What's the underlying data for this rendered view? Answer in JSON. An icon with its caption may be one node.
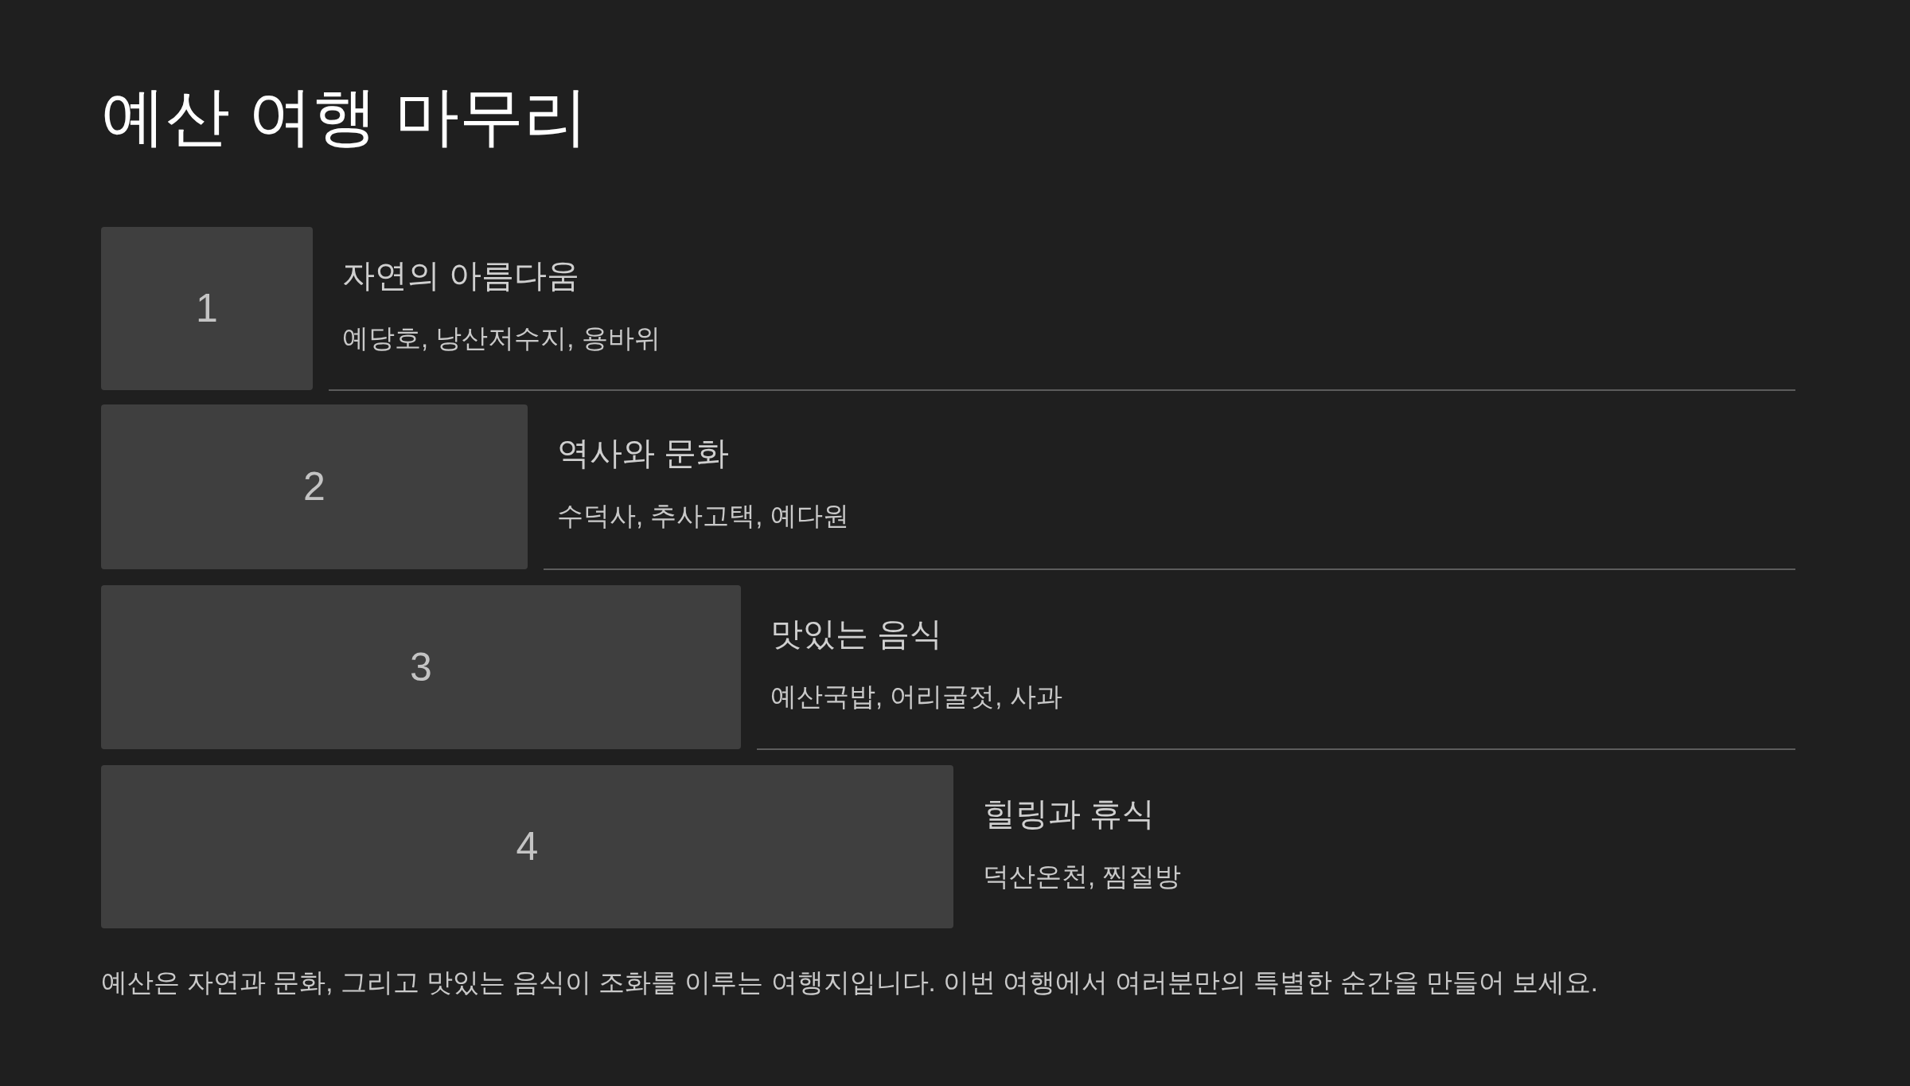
{
  "diagram": {
    "title": "예산 여행 마무리",
    "nodes": [
      {
        "text": [
          "1"
        ],
        "beside": [
          "자연의 아름다움",
          "예당호, 낭산저수지, 용바위"
        ]
      },
      {
        "text": [
          "2"
        ],
        "beside": [
          "역사와 문화",
          "수덕사, 추사고택, 예다원"
        ]
      },
      {
        "text": [
          "3"
        ],
        "beside": [
          "맛있는 음식",
          "예산국밥, 어리굴젓, 사과"
        ]
      },
      {
        "text": [
          "4"
        ],
        "beside": [
          "힐링과 휴식",
          "덕산온천, 찜질방"
        ]
      }
    ],
    "labels": [
      "예산은 자연과 문화, 그리고 맛있는 음식이 조화를 이루는 여행지입니다. 이번 여행에서 여러분만의 특별한 순간을 만들어 보세요."
    ]
  }
}
